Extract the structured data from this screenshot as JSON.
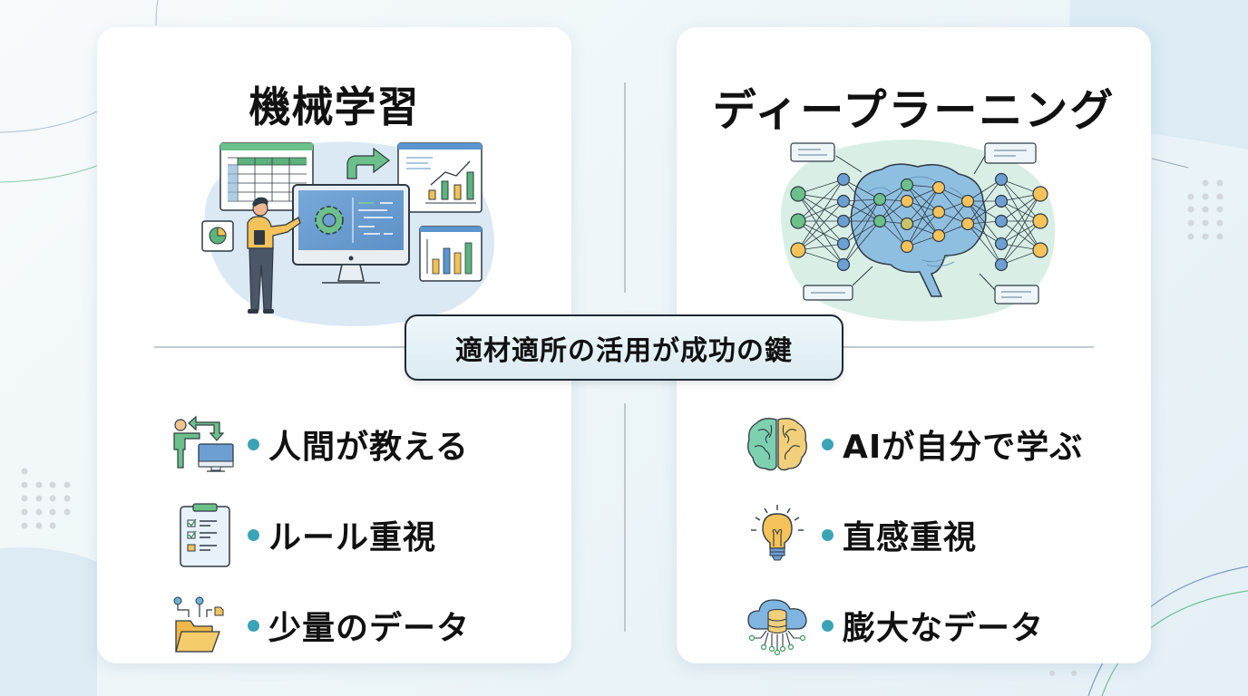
{
  "left_panel": {
    "title": "機械学習",
    "illustration": "person-presenting-data-dashboard",
    "features": [
      {
        "icon": "person-teaching-computer-icon",
        "label": "人間が教える"
      },
      {
        "icon": "checklist-clipboard-icon",
        "label": "ルール重視"
      },
      {
        "icon": "small-data-folder-icon",
        "label": "少量のデータ"
      }
    ]
  },
  "right_panel": {
    "title": "ディープラーニング",
    "illustration": "brain-neural-network",
    "features": [
      {
        "icon": "two-tone-brain-icon",
        "label": "AIが自分で学ぶ"
      },
      {
        "icon": "lightbulb-icon",
        "label": "直感重視"
      },
      {
        "icon": "cloud-database-icon",
        "label": "膨大なデータ"
      }
    ]
  },
  "center_badge": {
    "text": "適材適所の活用が成功の鍵"
  },
  "colors": {
    "bullet": "#3ba3b6",
    "accent_green": "#5bb37a",
    "accent_blue": "#4a8fc8",
    "accent_yellow": "#f2c14e",
    "badge_border": "#1e2a33"
  }
}
